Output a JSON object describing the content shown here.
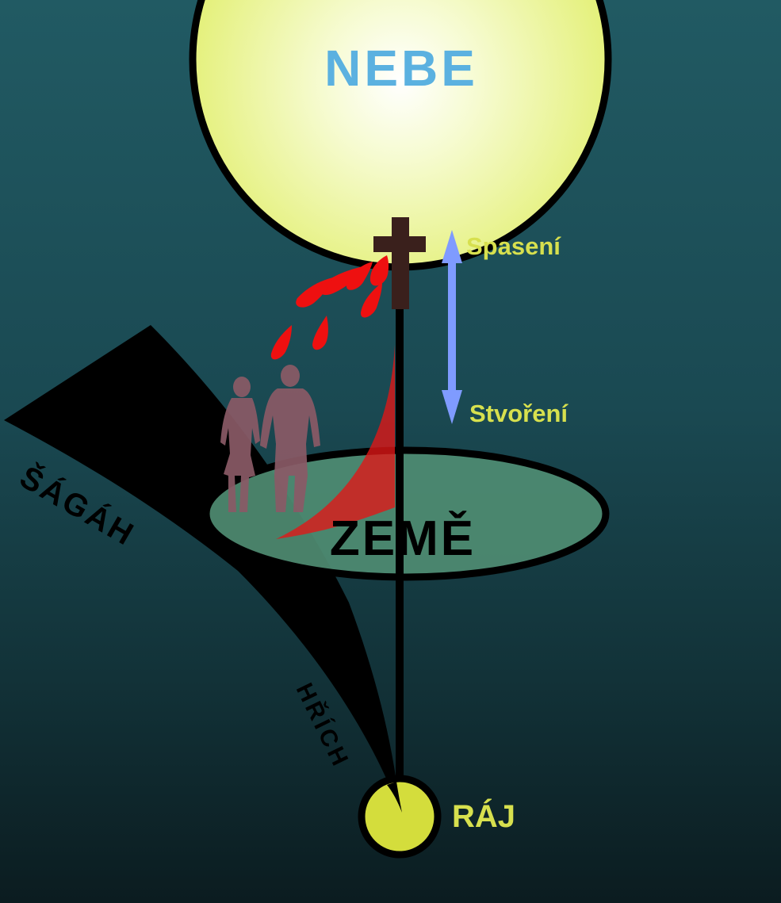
{
  "labels": {
    "heaven": "NEBE",
    "earth": "ZEMĚ",
    "paradise": "RÁJ",
    "sheol": "ŠÁGÁH",
    "sin": "HŘÍCH",
    "salvation": "Spasení",
    "creation": "Stvoření"
  },
  "colors": {
    "background_top": "#215a63",
    "background_bottom": "#0b1c20",
    "heaven_fill": "#e6f27a",
    "heaven_text": "#5bb1e0",
    "earth_fill": "#4f8c72",
    "paradise_fill": "#d4dd3c",
    "cross": "#3a201c",
    "blood": "#e31616",
    "figures": "#8a5a66",
    "arrow": "#7f9bff",
    "side_labels": "#d7e04e"
  },
  "icons": [
    "cross-icon",
    "human-couple-icon",
    "blood-drops-icon",
    "double-arrow-icon"
  ]
}
